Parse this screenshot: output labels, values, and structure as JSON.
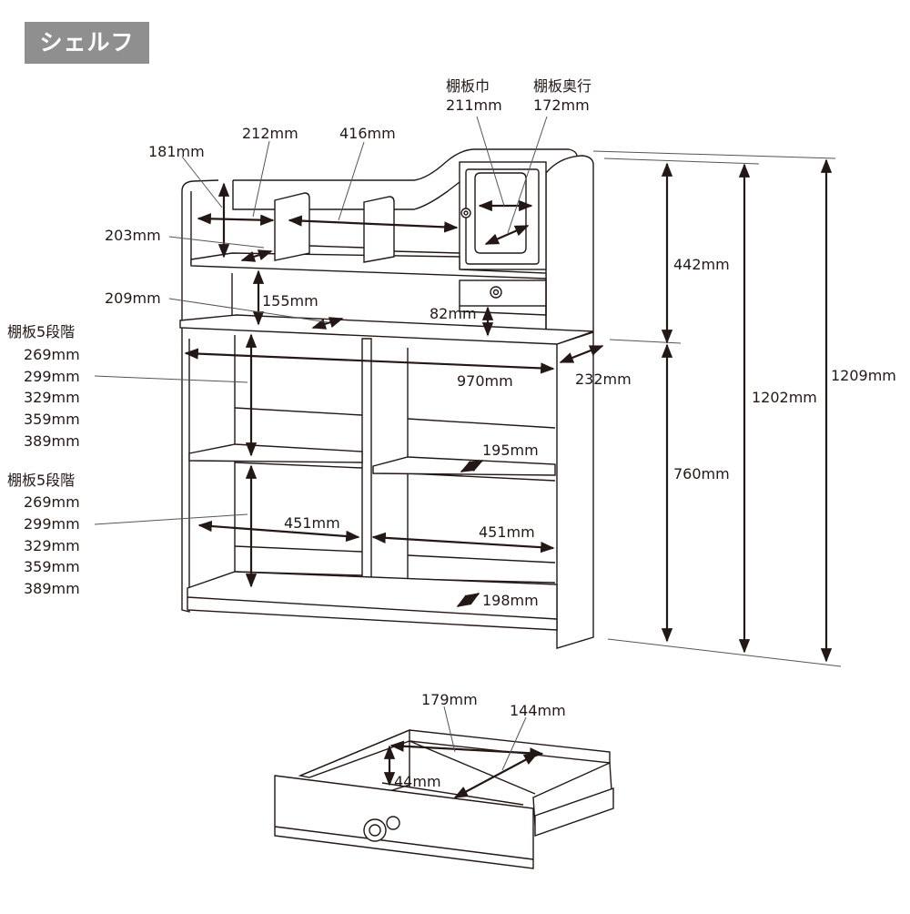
{
  "title": "シェルフ",
  "upper": {
    "slot_width": "181mm",
    "slot_height": "212mm",
    "upper_center_width": "416mm",
    "upper_shelf_depth": "203mm",
    "shelf_width_label": "棚板巾",
    "shelf_width": "211mm",
    "shelf_depth_label": "棚板奥行",
    "shelf_depth": "172mm",
    "mid_depth": "209mm",
    "mid_height": "155mm",
    "drawer_height": "82mm"
  },
  "overall": {
    "upper_height": "442mm",
    "lower_height": "760mm",
    "height_a": "1202mm",
    "height_b": "1209mm",
    "width": "970mm",
    "depth": "232mm"
  },
  "lower": {
    "left_bay_width": "451mm",
    "right_bay_width": "451mm",
    "depth_upper": "195mm",
    "depth_lower": "198mm"
  },
  "shelf_steps": [
    {
      "heading": "棚板5段階",
      "values": [
        "269mm",
        "299mm",
        "329mm",
        "359mm",
        "389mm"
      ]
    },
    {
      "heading": "棚板5段階",
      "values": [
        "269mm",
        "299mm",
        "329mm",
        "359mm",
        "389mm"
      ]
    }
  ],
  "drawer": {
    "inner_width": "179mm",
    "inner_depth": "144mm",
    "inner_height": "44mm"
  }
}
